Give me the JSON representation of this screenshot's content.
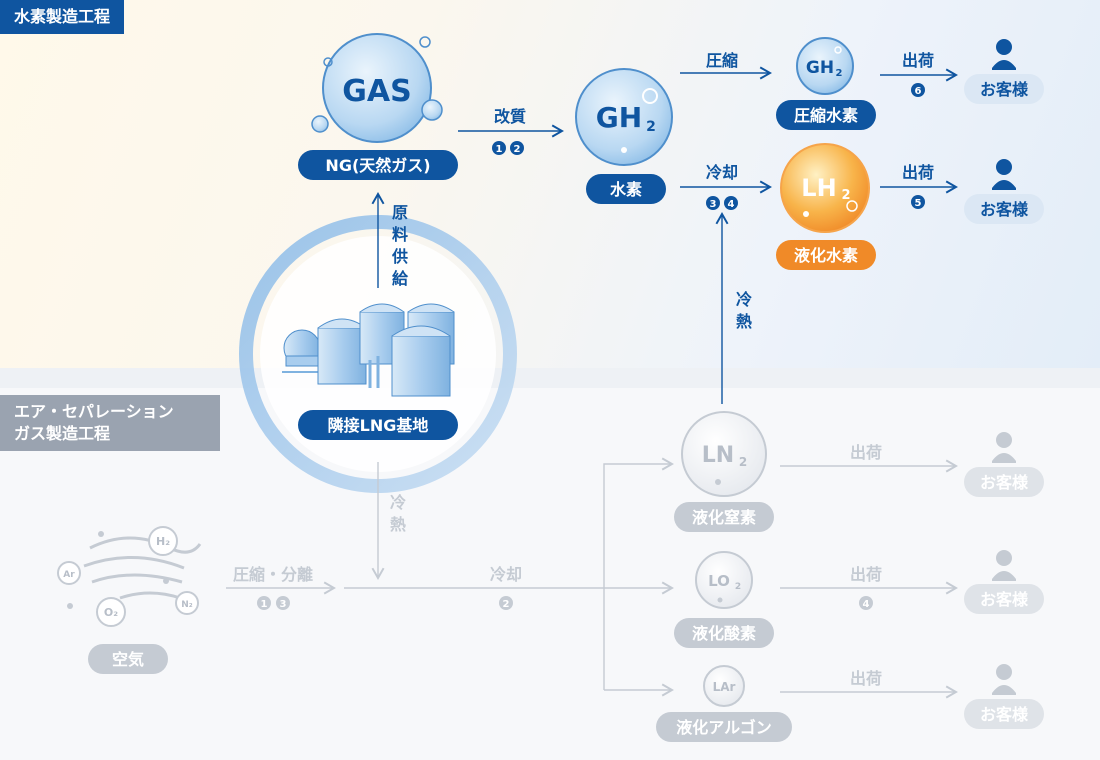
{
  "sections": {
    "hydrogen": "水素製造工程",
    "air_line1": "エア・セパレーション",
    "air_line2": "ガス製造工程"
  },
  "nodes": {
    "gas": {
      "text": "GAS",
      "label": "NG(天然ガス)"
    },
    "gh2": {
      "text": "GH",
      "sub": "2",
      "label": "水素"
    },
    "gh2_comp": {
      "text": "GH",
      "sub": "2",
      "label": "圧縮水素"
    },
    "lh2": {
      "text": "LH",
      "sub": "2",
      "label": "液化水素"
    },
    "lng": {
      "label": "隣接LNG基地"
    },
    "air": {
      "label": "空気",
      "molecules": [
        "H₂",
        "Ar",
        "O₂",
        "N₂"
      ]
    },
    "ln2": {
      "text": "LN",
      "sub": "2",
      "label": "液化窒素"
    },
    "lo2": {
      "text": "LO",
      "sub": "2",
      "label": "液化酸素"
    },
    "lar": {
      "text": "LAr",
      "label": "液化アルゴン"
    }
  },
  "processes": {
    "supply": "原料供給",
    "reform": {
      "label": "改質",
      "steps": [
        "1",
        "2"
      ]
    },
    "compress": {
      "label": "圧縮"
    },
    "cool_h2": {
      "label": "冷却",
      "steps": [
        "3",
        "4"
      ]
    },
    "cold_heat_up": "冷熱",
    "cold_heat_down": "冷熱",
    "comp_sep": {
      "label": "圧縮・分離",
      "steps": [
        "1",
        "3"
      ]
    },
    "cool_air": {
      "label": "冷却",
      "steps": [
        "2"
      ]
    }
  },
  "shipments": [
    {
      "label": "出荷",
      "step": "6",
      "customer": "お客様"
    },
    {
      "label": "出荷",
      "step": "5",
      "customer": "お客様"
    },
    {
      "label": "出荷",
      "step": "",
      "customer": "お客様"
    },
    {
      "label": "出荷",
      "step": "4",
      "customer": "お客様"
    },
    {
      "label": "出荷",
      "step": "",
      "customer": "お客様"
    }
  ],
  "colors": {
    "blue": "#0f55a0",
    "orange": "#f08a28",
    "gray": "#c5cbd3",
    "gray_text": "#b7bec8"
  }
}
